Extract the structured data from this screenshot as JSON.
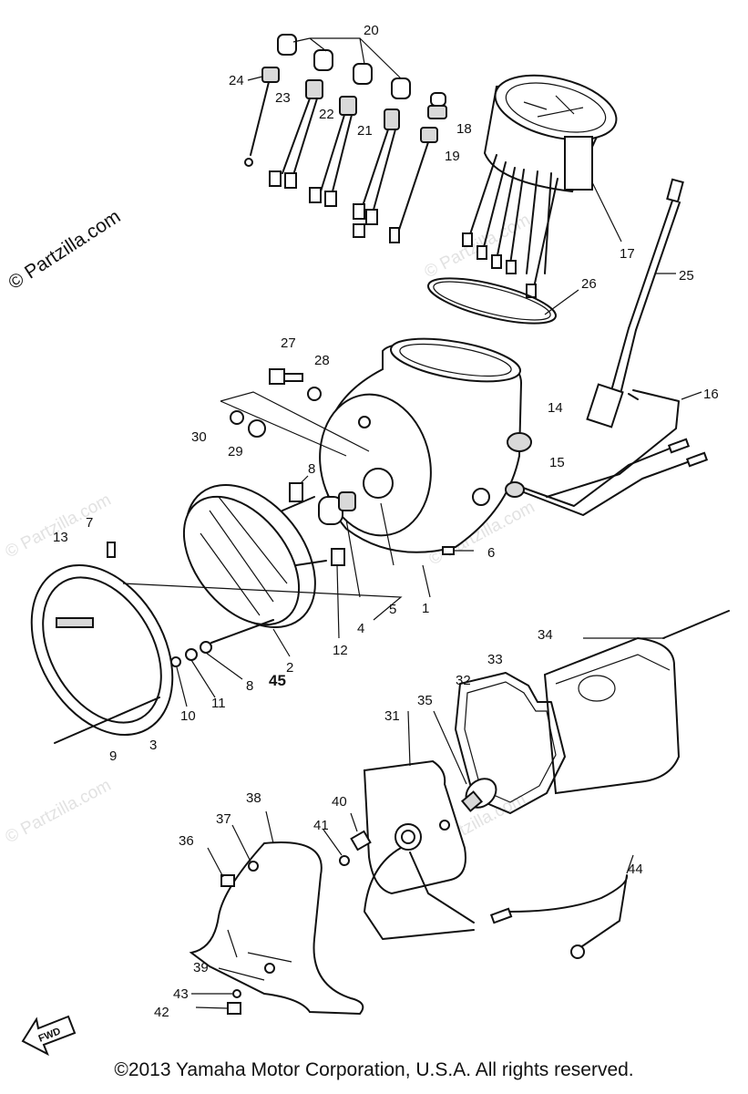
{
  "watermark_main": "© Partzilla.com",
  "watermark_faint": "© Partzilla.com",
  "fwd_label": "FWD",
  "copyright": "©2013 Yamaha Motor Corporation, U.S.A. All rights reserved.",
  "callouts": {
    "c1": "1",
    "c2": "2",
    "c3": "3",
    "c4": "4",
    "c5": "5",
    "c6": "6",
    "c7": "7",
    "c8a": "8",
    "c8b": "8",
    "c9": "9",
    "c10": "10",
    "c11": "11",
    "c12": "12",
    "c13": "13",
    "c14": "14",
    "c15": "15",
    "c16": "16",
    "c17": "17",
    "c18": "18",
    "c19": "19",
    "c20": "20",
    "c21": "21",
    "c22": "22",
    "c23": "23",
    "c24": "24",
    "c25": "25",
    "c26": "26",
    "c27": "27",
    "c28": "28",
    "c29": "29",
    "c30": "30",
    "c31": "31",
    "c32": "32",
    "c33": "33",
    "c34": "34",
    "c35": "35",
    "c36": "36",
    "c37": "37",
    "c38": "38",
    "c39": "39",
    "c40": "40",
    "c41": "41",
    "c42": "42",
    "c43": "43",
    "c44": "44",
    "c45": "45"
  }
}
